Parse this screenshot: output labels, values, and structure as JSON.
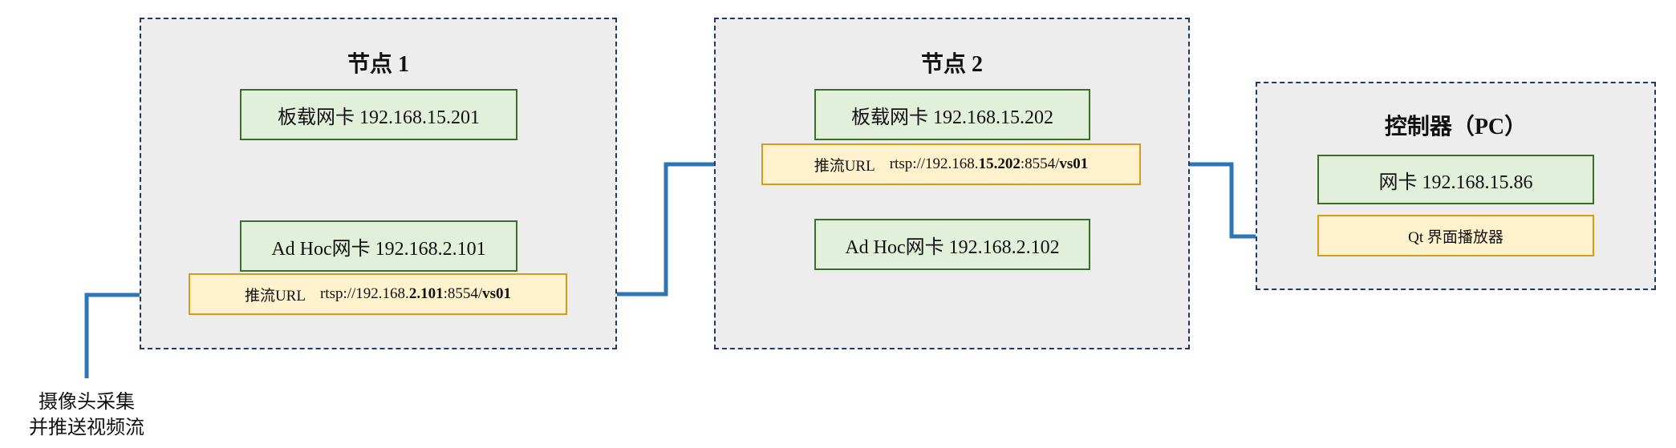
{
  "nodes": [
    {
      "title": "节点 1",
      "onboard_nic": "板载网卡  192.168.15.201",
      "adhoc_nic": "Ad Hoc网卡  192.168.2.101",
      "stream": {
        "label": "推流URL",
        "url_pre": "rtsp://192.168.",
        "url_bold1": "2.101",
        "url_mid": ":8554/",
        "url_bold2": "vs01"
      }
    },
    {
      "title": "节点 2",
      "onboard_nic": "板载网卡  192.168.15.202",
      "adhoc_nic": "Ad Hoc网卡  192.168.2.102",
      "stream": {
        "label": "推流URL",
        "url_pre": "rtsp://192.168.",
        "url_bold1": "15.202",
        "url_mid": ":8554/",
        "url_bold2": "vs01"
      }
    }
  ],
  "controller": {
    "title": "控制器（PC）",
    "nic": "网卡  192.168.15.86",
    "player": "Qt 界面播放器"
  },
  "camera": {
    "line1": "摄像头采集",
    "line2": "并推送视频流"
  },
  "colors": {
    "arrow": "#2e75b6",
    "group_border": "#1f3864",
    "group_fill": "#ededed",
    "nic_fill": "#e2efda",
    "nic_border": "#3b6e2b",
    "url_fill": "#fff2cc",
    "url_border": "#d99a1c"
  }
}
